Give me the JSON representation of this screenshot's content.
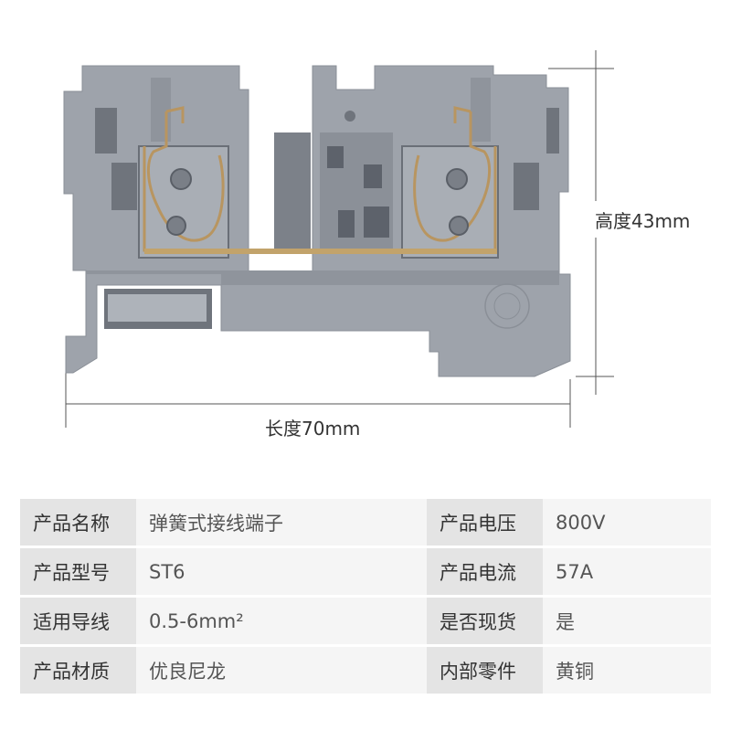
{
  "dimensions": {
    "height_label": "高度43mm",
    "length_label": "长度70mm"
  },
  "specs": [
    {
      "label": "产品名称",
      "value": "弹簧式接线端子",
      "label2": "产品电压",
      "value2": "800V"
    },
    {
      "label": "产品型号",
      "value": "ST6",
      "label2": "产品电流",
      "value2": "57A"
    },
    {
      "label": "适用导线",
      "value": "0.5-6mm²",
      "label2": "是否现货",
      "value2": "是"
    },
    {
      "label": "产品材质",
      "value": "优良尼龙",
      "label2": "内部零件",
      "value2": "黄铜"
    }
  ],
  "colors": {
    "body": "#9ea3ab",
    "shadow": "#7d828b",
    "dark": "#5d626b",
    "spring": "#b89560",
    "table_label": "#e4e4e4",
    "table_value": "#f5f5f5"
  }
}
